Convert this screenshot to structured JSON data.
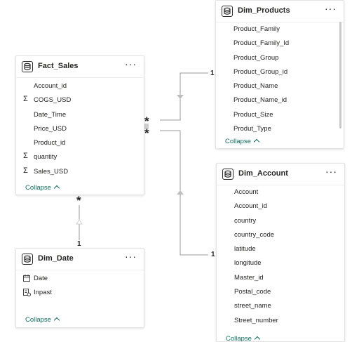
{
  "tables": {
    "fact_sales": {
      "title": "Fact_Sales",
      "more": "···",
      "fields": [
        {
          "label": "Account_id",
          "sigma": false
        },
        {
          "label": "COGS_USD",
          "sigma": true
        },
        {
          "label": "Date_Time",
          "sigma": false
        },
        {
          "label": "Price_USD",
          "sigma": false
        },
        {
          "label": "Product_id",
          "sigma": false
        },
        {
          "label": "quantity",
          "sigma": true
        },
        {
          "label": "Sales_USD",
          "sigma": true
        }
      ],
      "collapse": "Collapse"
    },
    "dim_products": {
      "title": "Dim_Products",
      "more": "···",
      "fields": [
        "Product_Family",
        "Product_Family_Id",
        "Product_Group",
        "Product_Group_id",
        "Product_Name",
        "Product_Name_id",
        "Product_Size",
        "Produt_Type"
      ],
      "collapse": "Collapse"
    },
    "dim_account": {
      "title": "Dim_Account",
      "more": "···",
      "fields": [
        "Account",
        "Account_id",
        "country",
        "country_code",
        "latitude",
        "longitude",
        "Master_id",
        "Postal_code",
        "street_name",
        "Street_number"
      ],
      "collapse": "Collapse"
    },
    "dim_date": {
      "title": "Dim_Date",
      "more": "···",
      "fields": [
        {
          "label": "Date",
          "icon": "calendar-icon"
        },
        {
          "label": "Inpast",
          "icon": "calculated-column-icon"
        }
      ],
      "collapse": "Collapse"
    }
  },
  "relationships": {
    "products_one": "1",
    "products_many": "*",
    "account_one": "1",
    "account_many": "*",
    "date_many": "*",
    "date_one": "1"
  },
  "colors": {
    "line": "#9a9a9a",
    "collapse": "#0f6c5e",
    "text": "#252423"
  }
}
